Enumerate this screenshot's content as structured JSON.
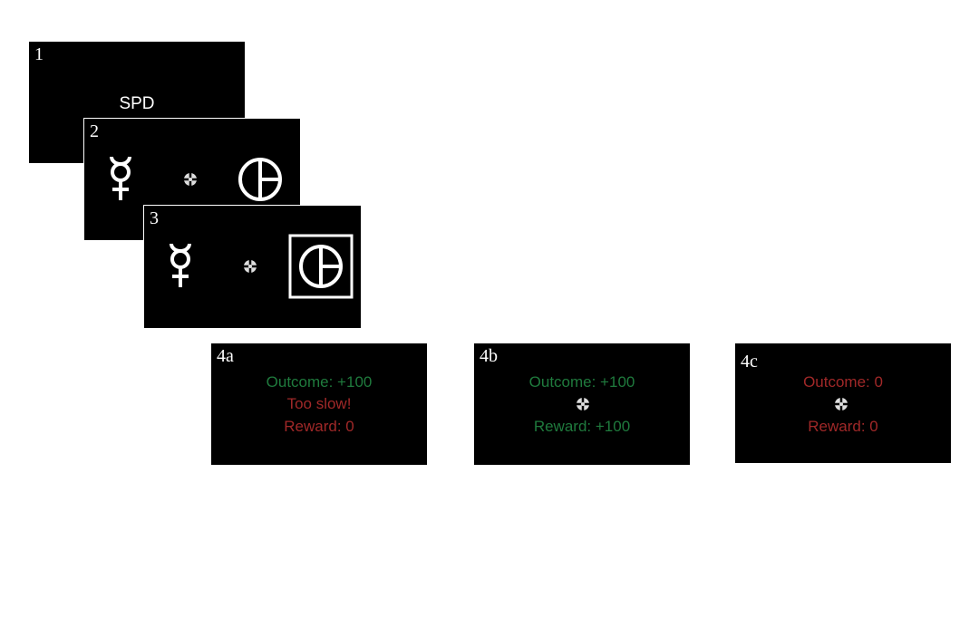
{
  "colors": {
    "green": "#1f7a3d",
    "red": "#a02828",
    "screen": "#000000",
    "symbol": "#ffffff"
  },
  "icons": {
    "mercury": "mercury-symbol-icon",
    "circle": "circle-t-symbol-icon",
    "fixation": "fixation-dot-icon",
    "selection": "selection-box-icon"
  },
  "screens": {
    "s1": {
      "number": "1",
      "cue": "SPD"
    },
    "s2": {
      "number": "2"
    },
    "s3": {
      "number": "3"
    },
    "s4a": {
      "number": "4a",
      "outcome": "Outcome: +100",
      "middle": "Too slow!",
      "reward": "Reward: 0"
    },
    "s4b": {
      "number": "4b",
      "outcome": "Outcome: +100",
      "reward": "Reward: +100"
    },
    "s4c": {
      "number": "4c",
      "outcome": "Outcome: 0",
      "reward": "Reward: 0"
    }
  }
}
